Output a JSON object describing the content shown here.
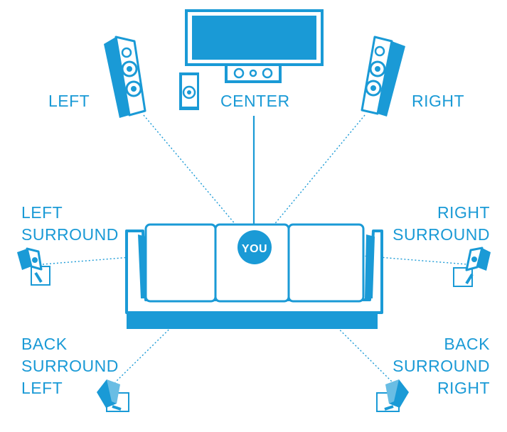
{
  "colors": {
    "primary": "#1a9ad6",
    "fill": "#1a9ad6",
    "line": "#1a9ad6",
    "background": "#ffffff",
    "white": "#ffffff"
  },
  "labels": {
    "left": [
      "LEFT"
    ],
    "center": [
      "CENTER"
    ],
    "right": [
      "RIGHT"
    ],
    "left_surround": [
      "LEFT",
      "SURROUND"
    ],
    "right_surround": [
      "RIGHT",
      "SURROUND"
    ],
    "back_surround_left": [
      "BACK",
      "SURROUND",
      "LEFT"
    ],
    "back_surround_right": [
      "BACK",
      "SURROUND",
      "RIGHT"
    ],
    "listener": "YOU"
  }
}
